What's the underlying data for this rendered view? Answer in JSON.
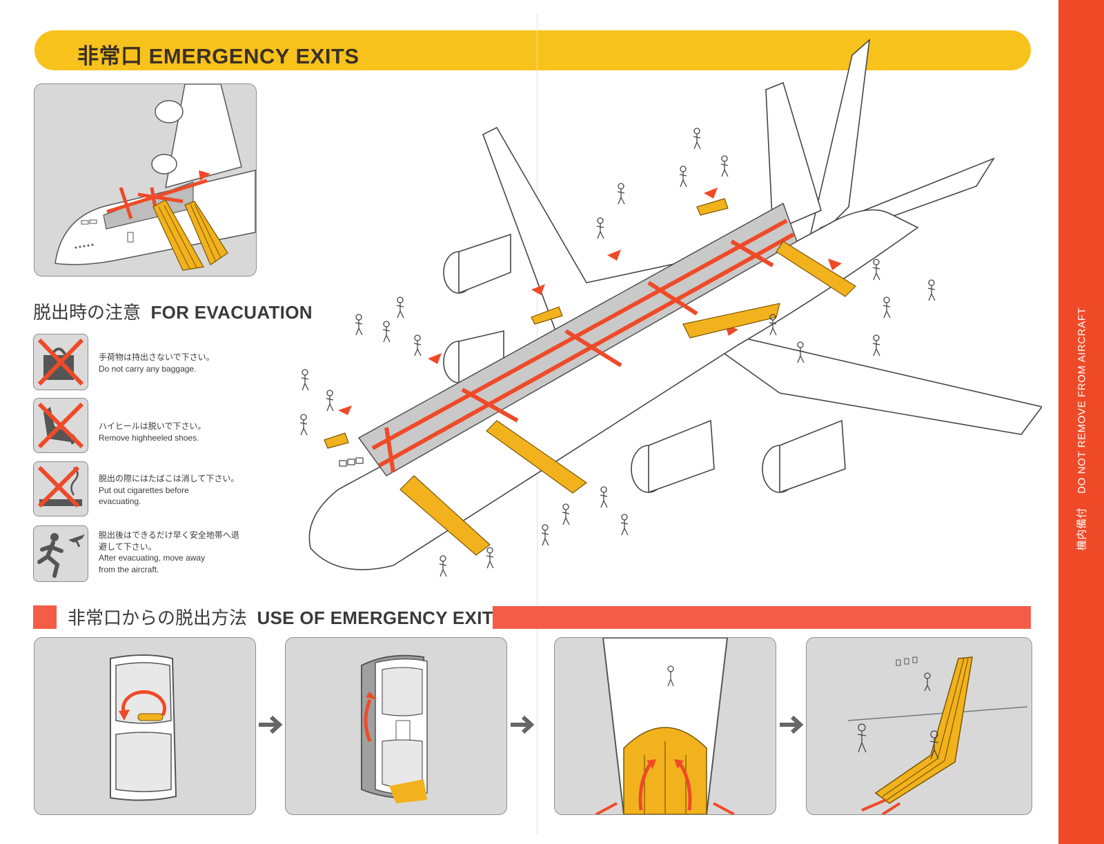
{
  "header": {
    "title": "非常口 EMERGENCY EXITS"
  },
  "side_strip": {
    "jp": "機内備付",
    "en": "DO NOT REMOVE FROM AIRCRAFT"
  },
  "evacuation": {
    "title_jp": "脱出時の注意",
    "title_en": "FOR EVACUATION",
    "items": [
      {
        "icon": "no-baggage-icon",
        "jp": "手荷物は持出さないで下さい。",
        "en": [
          "Do not carry any baggage."
        ]
      },
      {
        "icon": "no-high-heels-icon",
        "jp": "ハイヒールは脱いで下さい。",
        "en": [
          "Remove highheeled shoes."
        ]
      },
      {
        "icon": "no-smoking-icon",
        "jp": "脱出の際にはたばこは消して下さい。",
        "en": [
          "Put out cigarettes before",
          "evacuating."
        ]
      },
      {
        "icon": "run-away-icon",
        "jp": [
          "脱出後はできるだけ早く安全地帯へ退",
          "避して下さい。"
        ],
        "en": [
          "After evacuating, move away",
          "from the aircraft."
        ]
      }
    ]
  },
  "exits_use": {
    "title_jp": "非常口からの脱出方法",
    "title_en": "USE OF EMERGENCY EXITS"
  },
  "colors": {
    "yellow": "#f7c21c",
    "slide": "#f2b21d",
    "red": "#ef4a28",
    "panel_gray": "#d8d8d8"
  }
}
